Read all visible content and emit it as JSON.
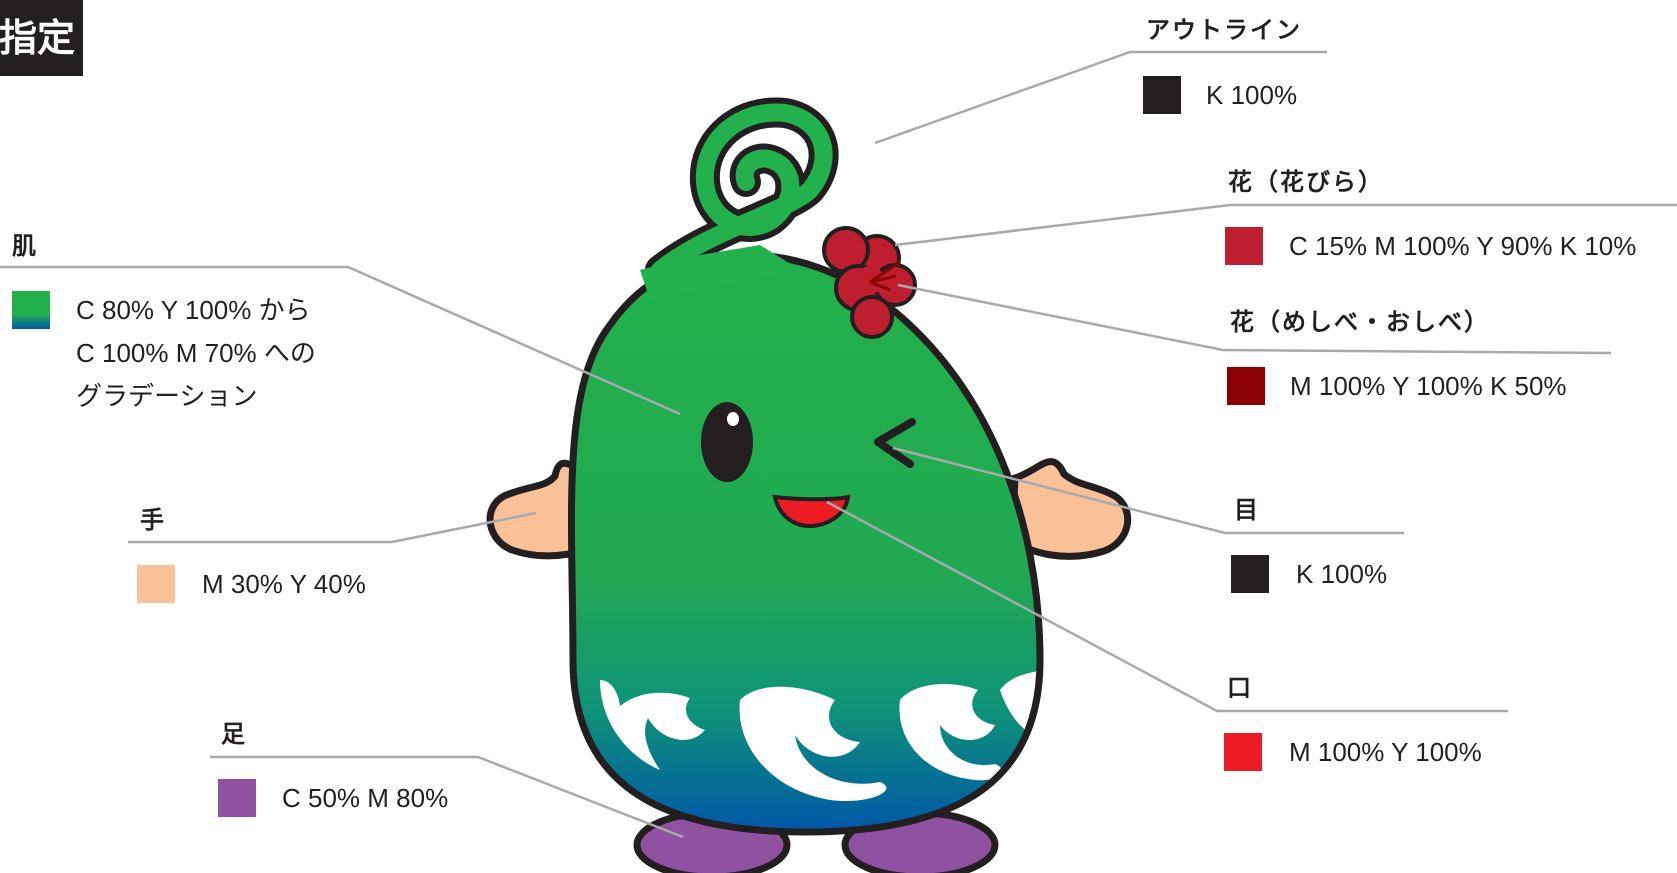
{
  "page_title": "指定",
  "callouts": {
    "outline": {
      "label": "アウトライン",
      "value": "K 100%",
      "swatch": "#231f20"
    },
    "petals": {
      "label": "花（花びら）",
      "value": "C 15% M 100% Y 90% K 10%",
      "swatch": "#be1e2d"
    },
    "stamen": {
      "label": "花（めしべ・おしべ）",
      "value": "M 100% Y 100% K 50%",
      "swatch": "#8b0000"
    },
    "skin": {
      "label": "肌",
      "value_lines": [
        "C 80% Y 100% から",
        "C 100% M 70% への",
        "グラデーション"
      ],
      "swatch_top": "#22b14c",
      "swatch_bottom": "#0057a8"
    },
    "hands": {
      "label": "手",
      "value": "M 30% Y 40%",
      "swatch": "#f9c197"
    },
    "eyes": {
      "label": "目",
      "value": "K 100%",
      "swatch": "#231f20"
    },
    "mouth": {
      "label": "口",
      "value": "M 100% Y 100%",
      "swatch": "#ed1c24"
    },
    "feet": {
      "label": "足",
      "value": "C 50% M 80%",
      "swatch": "#8e52a1"
    }
  }
}
